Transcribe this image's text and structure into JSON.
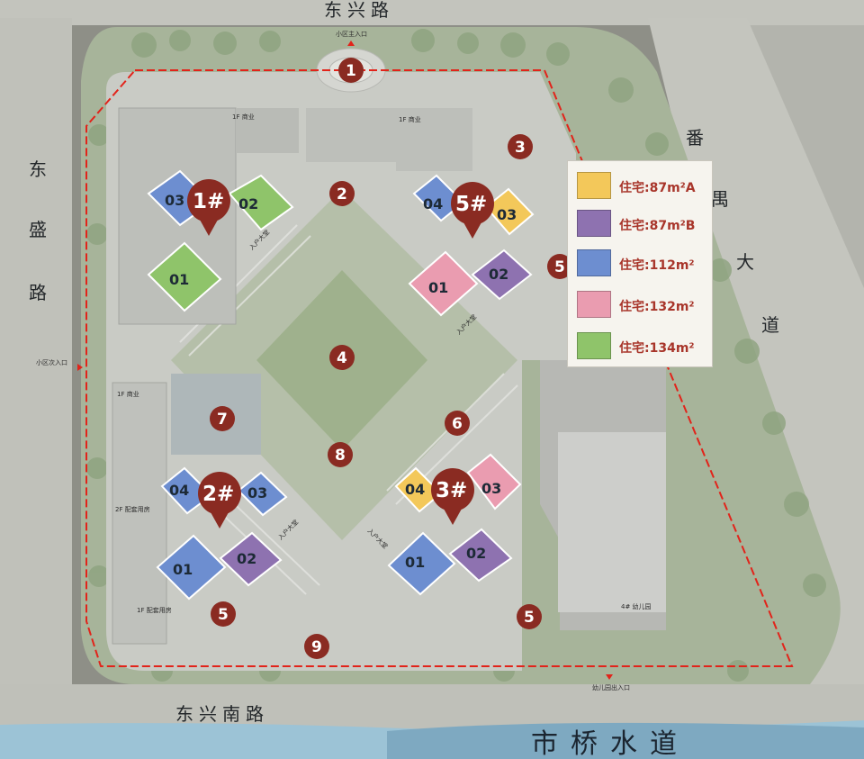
{
  "roads": {
    "north": "东兴路",
    "west": "东盛路",
    "south": "东兴南路",
    "east": "番禺大道",
    "canal": "市桥水道"
  },
  "entrances": {
    "main": "小区主入口",
    "secondary": "小区次入口",
    "kindergarten": "幼儿园出入口"
  },
  "small_labels": {
    "commercial": "1F 商业",
    "ancillary_2f": "2F 配套用房",
    "ancillary_1f": "1F 配套用房",
    "kindergarten": "4# 幼儿园",
    "lobby": "入户大堂"
  },
  "buildings": [
    {
      "label": "1#",
      "units": [
        "01",
        "02",
        "03"
      ]
    },
    {
      "label": "5#",
      "units": [
        "01",
        "02",
        "03",
        "04"
      ]
    },
    {
      "label": "2#",
      "units": [
        "01",
        "02",
        "03",
        "04"
      ]
    },
    {
      "label": "3#",
      "units": [
        "01",
        "02",
        "03",
        "04"
      ]
    }
  ],
  "markers": [
    "1",
    "2",
    "3",
    "4",
    "5",
    "5",
    "5",
    "6",
    "7",
    "8",
    "9"
  ],
  "legend": [
    {
      "label": "住宅:87m²A",
      "color": "#f3c85a"
    },
    {
      "label": "住宅:87m²B",
      "color": "#8e72b0"
    },
    {
      "label": "住宅:112m²",
      "color": "#6d8ed0"
    },
    {
      "label": "住宅:132m²",
      "color": "#ea9cb0"
    },
    {
      "label": "住宅:134m²",
      "color": "#8fc46a"
    }
  ],
  "colors": {
    "marker": "#8a2b22",
    "boundary": "#e2231a",
    "water": "#9cc3d6"
  }
}
